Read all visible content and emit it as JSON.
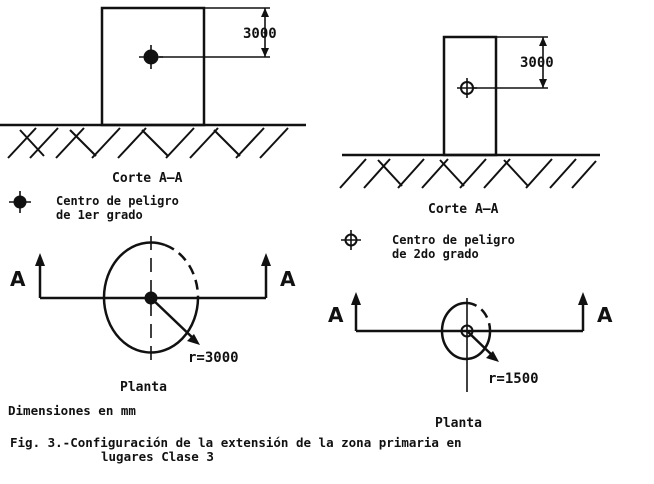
{
  "left": {
    "dimension": "3000",
    "section_title": "Corte A—A",
    "legend_line1": "Centro de peligro",
    "legend_line2": "de 1er grado",
    "plan_label_left": "A",
    "plan_label_right": "A",
    "radius_label": "r=3000",
    "plan_title": "Planta",
    "units_note": "Dimensiones en mm"
  },
  "right": {
    "dimension": "3000",
    "section_title": "Corte A—A",
    "legend_line1": "Centro de peligro",
    "legend_line2": "de 2do grado",
    "plan_label_left": "A",
    "plan_label_right": "A",
    "radius_label": "r=1500",
    "plan_title": "Planta"
  },
  "caption": {
    "line1": "Fig. 3.-Configuración de la extensión de la zona primaria en",
    "line2": "lugares Clase 3"
  },
  "icons": {
    "first_grade": "filled-dot-crosshair-icon",
    "second_grade": "open-circle-crosshair-icon",
    "arrow": "arrow-up-icon"
  }
}
